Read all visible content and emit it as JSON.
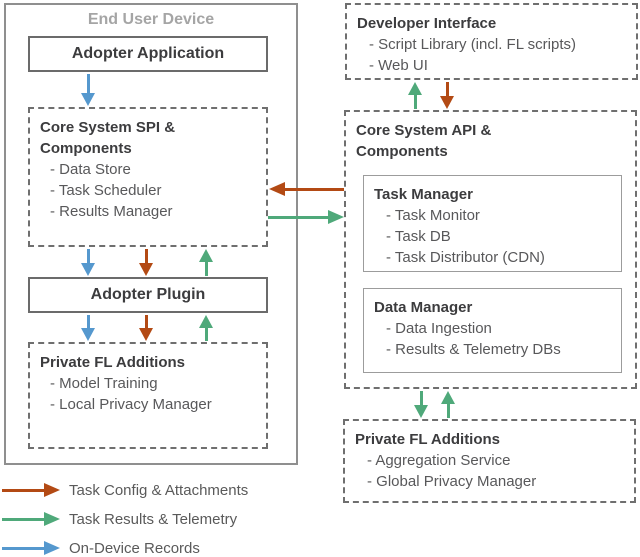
{
  "colors": {
    "arrow_orange": "#b34a14",
    "arrow_green": "#4fa97a",
    "arrow_blue": "#5598ce"
  },
  "end_user_device": {
    "title": "End User Device",
    "adopter_application": "Adopter Application",
    "core_spi": {
      "title": "Core System SPI & Components",
      "items": [
        "- Data Store",
        "- Task Scheduler",
        "- Results Manager"
      ]
    },
    "adopter_plugin": "Adopter Plugin",
    "private_fl": {
      "title": "Private FL Additions",
      "items": [
        "- Model Training",
        "- Local Privacy Manager"
      ]
    }
  },
  "server": {
    "developer_interface": {
      "title": "Developer Interface",
      "items": [
        "- Script Library (incl. FL scripts)",
        "- Web UI"
      ]
    },
    "core_api": {
      "title": "Core System API & Components",
      "task_manager": {
        "title": "Task Manager",
        "items": [
          "- Task Monitor",
          "- Task DB",
          "- Task Distributor (CDN)"
        ]
      },
      "data_manager": {
        "title": "Data Manager",
        "items": [
          "- Data Ingestion",
          "- Results & Telemetry DBs"
        ]
      }
    },
    "private_fl": {
      "title": "Private FL Additions",
      "items": [
        "- Aggregation Service",
        "- Global Privacy Manager"
      ]
    }
  },
  "legend": {
    "items": [
      {
        "label": "Task Config & Attachments",
        "color": "#b34a14"
      },
      {
        "label": "Task Results & Telemetry",
        "color": "#4fa97a"
      },
      {
        "label": "On-Device Records",
        "color": "#5598ce"
      }
    ]
  }
}
